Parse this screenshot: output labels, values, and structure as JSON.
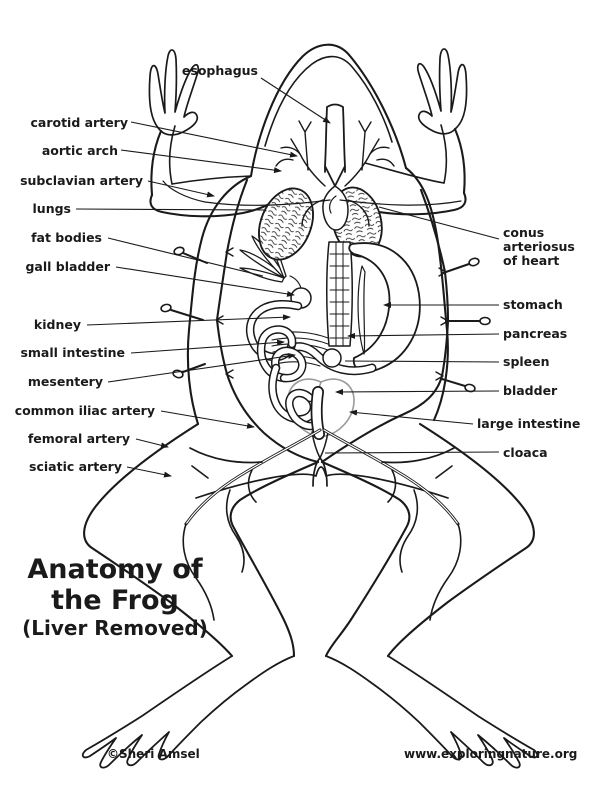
{
  "figure": {
    "title_line1": "Anatomy of",
    "title_line2": "the Frog",
    "title_line3": "(Liver Removed)",
    "credit_left": "©Sheri Amsel",
    "credit_right": "www.exploringnature.org"
  },
  "labels": {
    "left": [
      {
        "text": "esophagus"
      },
      {
        "text": "carotid artery"
      },
      {
        "text": "aortic arch"
      },
      {
        "text": "subclavian artery"
      },
      {
        "text": "lungs"
      },
      {
        "text": "fat bodies"
      },
      {
        "text": "gall bladder"
      },
      {
        "text": "kidney"
      },
      {
        "text": "small intestine"
      },
      {
        "text": "mesentery"
      },
      {
        "text": "common iliac artery"
      },
      {
        "text": "femoral artery"
      },
      {
        "text": "sciatic artery"
      }
    ],
    "right": [
      {
        "text": "conus arteriosus of heart"
      },
      {
        "text": "stomach"
      },
      {
        "text": "pancreas"
      },
      {
        "text": "spleen"
      },
      {
        "text": "bladder"
      },
      {
        "text": "large intestine"
      },
      {
        "text": "cloaca"
      }
    ]
  },
  "colors": {
    "ink": "#1a1a1a",
    "background": "#ffffff",
    "bladder_outline": "#9a9a9a"
  }
}
